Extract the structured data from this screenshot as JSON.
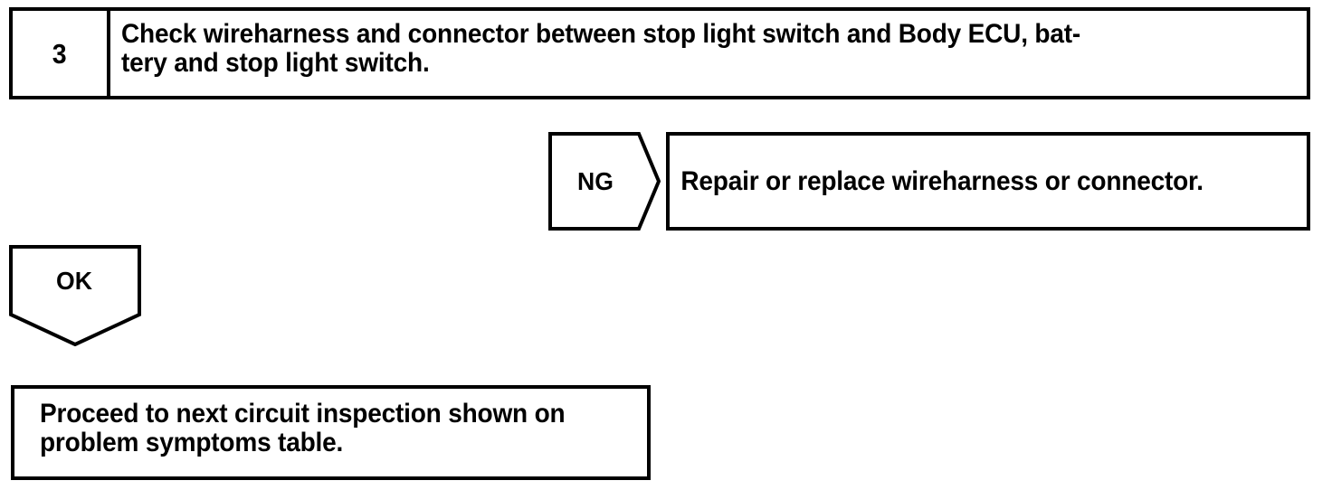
{
  "page": {
    "title": "Circuit inspection flowchart step 3",
    "background_color": "#ffffff",
    "line_color": "#000000"
  },
  "step": {
    "number": "3",
    "instruction": "Check wireharness and connector between stop light switch and Body ECU, bat-\ntery and stop light switch."
  },
  "branches": {
    "ng": {
      "label": "NG",
      "result_text": "Repair or replace wireharness or connector."
    },
    "ok": {
      "label": "OK",
      "result_text": "Proceed to next circuit inspection shown on\nproblem symptoms table."
    }
  }
}
